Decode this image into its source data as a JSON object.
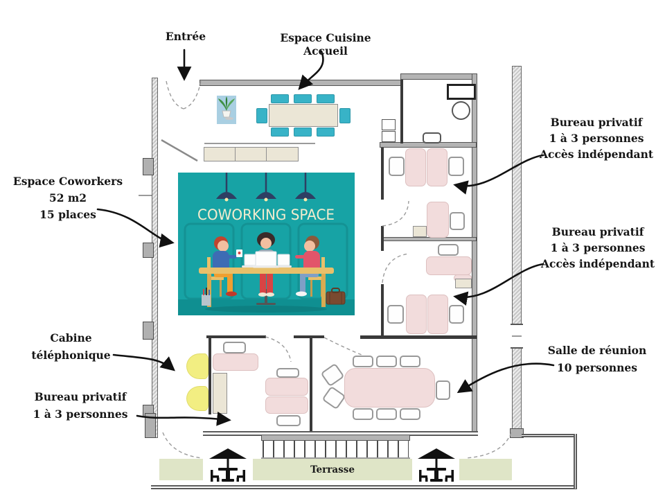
{
  "plan": {
    "annotations": {
      "entree": {
        "lines": [
          "Entrée"
        ]
      },
      "cuisine": {
        "lines": [
          "Espace Cuisine Accueil"
        ]
      },
      "coworkers": {
        "lines": [
          "Espace Coworkers",
          "52 m2",
          "15 places"
        ]
      },
      "bureau_right_1": {
        "lines": [
          "Bureau privatif",
          "1 à 3 personnes",
          "Accès indépendant"
        ]
      },
      "bureau_right_2": {
        "lines": [
          "Bureau privatif",
          "1 à 3 personnes",
          "Accès indépendant"
        ]
      },
      "cabine": {
        "lines": [
          "Cabine",
          "téléphonique"
        ]
      },
      "bureau_bottom": {
        "lines": [
          "Bureau privatif",
          "1 à 3 personnes"
        ]
      },
      "salle": {
        "lines": [
          "Salle de réunion",
          "10 personnes"
        ]
      },
      "terrasse": {
        "lines": [
          "Terrasse"
        ]
      }
    },
    "illustration": {
      "title": "COWORKING SPACE"
    },
    "icons": {
      "umbrella_table": "umbrella-table-icon",
      "plant": "potted-plant-icon"
    },
    "colors": {
      "chair_teal": "#38b3c7",
      "desk_pink": "#f2dcdc",
      "booth_chair_yellow": "#f2ee82",
      "terrace_green": "#dfe5c7",
      "illustration_teal": "#17a3a5",
      "wall_gray": "#b4b4b4",
      "furniture_cream": "#ebe6d6"
    }
  }
}
